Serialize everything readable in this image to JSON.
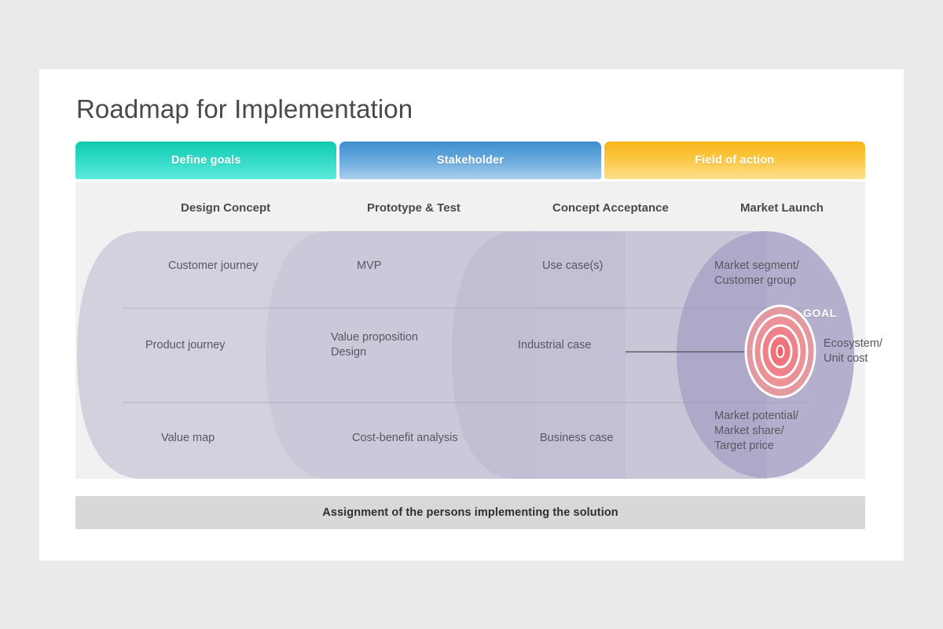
{
  "title": "Roadmap for Implementation",
  "phases": [
    {
      "label": "Define goals",
      "color": "#0ec9ae"
    },
    {
      "label": "Stakeholder",
      "color": "#3d8ecf"
    },
    {
      "label": "Field of action",
      "color": "#f8b519"
    }
  ],
  "stages": [
    {
      "header": "Design Concept"
    },
    {
      "header": "Prototype & Test"
    },
    {
      "header": "Concept Acceptance"
    },
    {
      "header": "Market Launch"
    }
  ],
  "rows": [
    {
      "cells": [
        "Customer journey",
        "MVP",
        "Use case(s)",
        "Market segment/\nCustomer group"
      ]
    },
    {
      "cells": [
        "Product journey",
        "Value proposition\nDesign",
        "Industrial case",
        ""
      ]
    },
    {
      "cells": [
        "Value map",
        "Cost-benefit analysis",
        "Business case",
        "Market potential/\nMarket share/\nTarget price"
      ]
    }
  ],
  "goal": {
    "label": "GOAL",
    "outcome": "Ecosystem/\nUnit cost",
    "target_icon": "bullseye-target-icon",
    "arrow_icon": "arrow-right-icon",
    "ring_color": "#e58a90",
    "center_color": "#ef6b74"
  },
  "footer": {
    "text": "Assignment of the persons implementing the solution"
  },
  "palette": {
    "slide_background": "#ffffff",
    "page_background": "#eaeaea",
    "panel_background": "#f1f1f1",
    "funnel_light": "#d3d1dd",
    "funnel_mid": "#c7c4d6",
    "funnel_dark": "#b0accb",
    "footer_background": "#d8d8d8",
    "text_primary": "#4a4a4a",
    "text_secondary": "#575762"
  }
}
